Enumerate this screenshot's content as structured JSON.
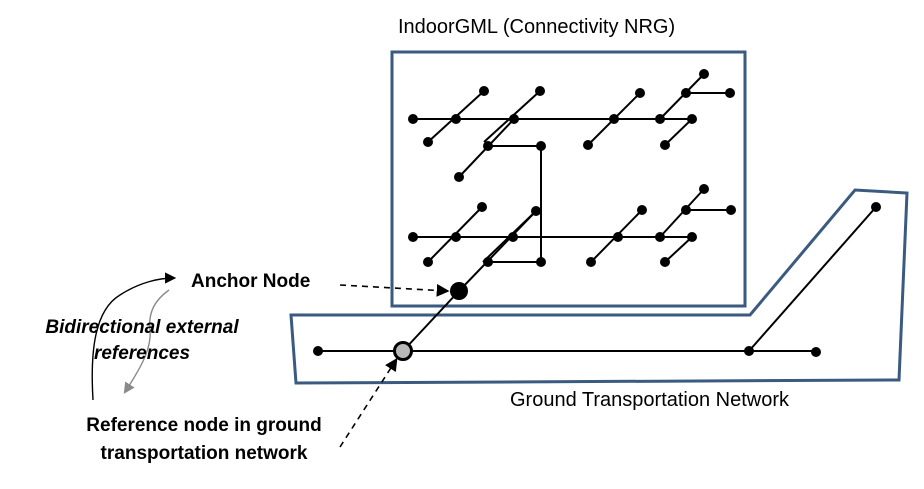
{
  "labels": {
    "indoor_title": "IndoorGML (Connectivity NRG)",
    "ground_title": "Ground Transportation Network",
    "anchor_node": "Anchor Node",
    "bidirectional": "Bidirectional external references",
    "reference_node": "Reference node in ground transportation network"
  },
  "colors": {
    "frame": "#3a5a80",
    "edge": "#000000",
    "node": "#000000",
    "reference_node_fill": "#b8b8b8",
    "curve_arrow": "#000000",
    "curve_arrow_light": "#8a8a8a"
  }
}
